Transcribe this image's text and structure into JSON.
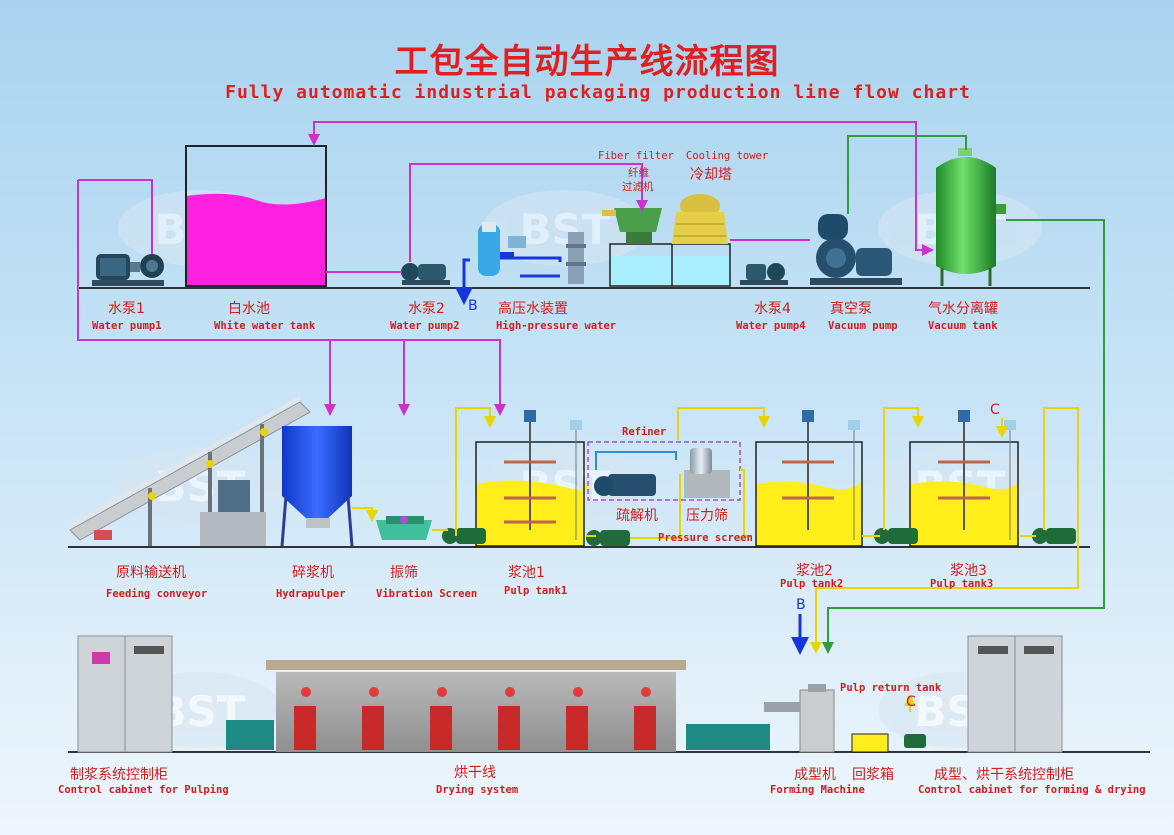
{
  "title": "工包全自动生产线流程图",
  "subtitle": "Fully automatic industrial packaging production line flow chart",
  "watermark": "BST",
  "row1": {
    "water_pump1": {
      "cn": "水泵1",
      "en": "Water pump1"
    },
    "white_water_tank": {
      "cn": "白水池",
      "en": "White water tank"
    },
    "water_pump2": {
      "cn": "水泵2",
      "en": "Water pump2"
    },
    "high_pressure": {
      "cn": "高压水装置",
      "en": "High-pressure water"
    },
    "fiber_filter": {
      "cn": "纤维",
      "cn2": "过滤机",
      "en": "Fiber filter"
    },
    "cooling_tower": {
      "cn": "冷却塔",
      "en": "Cooling tower"
    },
    "water_pump4": {
      "cn": "水泵4",
      "en": "Water pump4"
    },
    "vacuum_pump": {
      "cn": "真空泵",
      "en": "Vacuum pump"
    },
    "vacuum_tank": {
      "cn": "气水分离罐",
      "en": "Vacuum tank"
    },
    "marker_b": "B"
  },
  "row2": {
    "feeding_conveyor": {
      "cn": "原料输送机",
      "en": "Feeding conveyor"
    },
    "hydrapulper": {
      "cn": "碎浆机",
      "en": "Hydrapulper"
    },
    "vibration_screen": {
      "cn": "振筛",
      "en": "Vibration Screen"
    },
    "pulp_tank1": {
      "cn": "浆池1",
      "en": "Pulp tank1"
    },
    "refiner": {
      "en": "Refiner",
      "cn": "疏解机"
    },
    "pressure_screen": {
      "cn": "压力筛",
      "en": "Pressure screen"
    },
    "pulp_tank2": {
      "cn": "浆池2",
      "en": "Pulp tank2"
    },
    "pulp_tank3": {
      "cn": "浆池3",
      "en": "Pulp tank3"
    },
    "marker_c": "C"
  },
  "row3": {
    "control_pulping": {
      "cn": "制浆系统控制柜",
      "en": "Control cabinet for Pulping"
    },
    "drying_system": {
      "cn": "烘干线",
      "en": "Drying system"
    },
    "forming_machine": {
      "cn": "成型机",
      "en": "Forming Machine"
    },
    "pulp_return": {
      "cn": "回浆箱",
      "en": "Pulp return tank"
    },
    "control_forming": {
      "cn": "成型、烘干系统控制柜",
      "en": "Control cabinet for forming & drying"
    },
    "marker_b": "B",
    "marker_c": "C"
  },
  "colors": {
    "title": "#e02020",
    "label": "#d41c1c",
    "magenta_pipe": "#cc33cc",
    "yellow_pipe": "#e8d400",
    "green_pipe": "#2e9e3e",
    "water_pink": "#ff20e0",
    "pulp_yellow": "#ffee1a",
    "water_cyan": "#a9efff"
  }
}
